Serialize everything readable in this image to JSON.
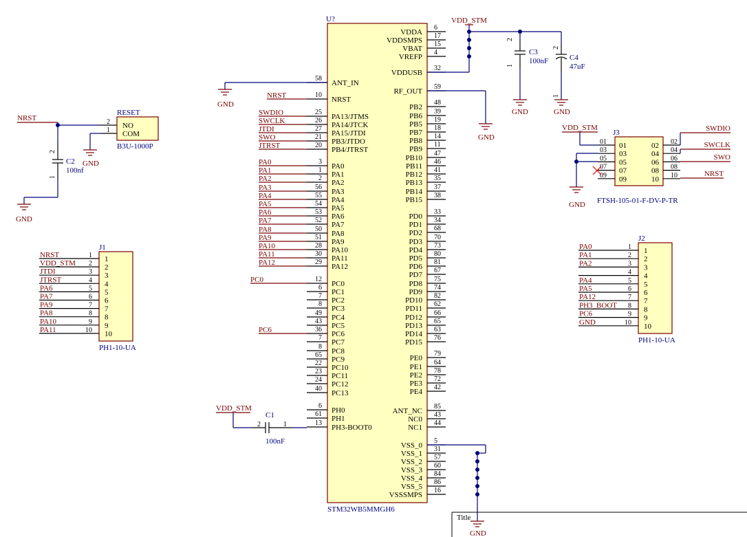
{
  "u7": {
    "designator": "U?",
    "part": "STM32WB5MMGH6",
    "left_pins": [
      {
        "num": "58",
        "name": "ANT_IN"
      },
      {
        "num": "10",
        "name": "NRST"
      },
      {
        "num": "25",
        "name": "PA13/JTMS"
      },
      {
        "num": "26",
        "name": "PA14/JTCK"
      },
      {
        "num": "27",
        "name": "PA15/JTDI"
      },
      {
        "num": "21",
        "name": "PB3/JTDO"
      },
      {
        "num": "20",
        "name": "PB4/JTRST"
      },
      {
        "num": "3",
        "name": "PA0"
      },
      {
        "num": "1",
        "name": "PA1"
      },
      {
        "num": "2",
        "name": "PA2"
      },
      {
        "num": "56",
        "name": "PA3"
      },
      {
        "num": "55",
        "name": "PA4"
      },
      {
        "num": "54",
        "name": "PA5"
      },
      {
        "num": "53",
        "name": "PA6"
      },
      {
        "num": "52",
        "name": "PA7"
      },
      {
        "num": "50",
        "name": "PA8"
      },
      {
        "num": "51",
        "name": "PA9"
      },
      {
        "num": "28",
        "name": "PA10"
      },
      {
        "num": "30",
        "name": "PA11"
      },
      {
        "num": "29",
        "name": "PA12"
      },
      {
        "num": "12",
        "name": "PC0"
      },
      {
        "num": "6",
        "name": "PC1"
      },
      {
        "num": "7",
        "name": "PC2"
      },
      {
        "num": "8",
        "name": "PC3"
      },
      {
        "num": "49",
        "name": "PC4"
      },
      {
        "num": "43",
        "name": "PC5"
      },
      {
        "num": "36",
        "name": "PC6"
      },
      {
        "num": "7",
        "name": "PC7"
      },
      {
        "num": "8",
        "name": "PC8"
      },
      {
        "num": "65",
        "name": "PC9"
      },
      {
        "num": "22",
        "name": "PC10"
      },
      {
        "num": "23",
        "name": "PC11"
      },
      {
        "num": "24",
        "name": "PC12"
      },
      {
        "num": "40",
        "name": "PC13"
      },
      {
        "num": "6",
        "name": "PH0"
      },
      {
        "num": "61",
        "name": "PH1"
      },
      {
        "num": "13",
        "name": "PH3-BOOT0"
      }
    ],
    "right_pins": [
      {
        "num": "6",
        "name": "VDDA"
      },
      {
        "num": "17",
        "name": "VDDSMPS"
      },
      {
        "num": "15",
        "name": "VBAT"
      },
      {
        "num": "4",
        "name": "VREFP"
      },
      {
        "num": "32",
        "name": "VDDUSB"
      },
      {
        "num": "59",
        "name": "RF_OUT"
      },
      {
        "num": "48",
        "name": "PB2"
      },
      {
        "num": "39",
        "name": "PB6"
      },
      {
        "num": "19",
        "name": "PB5"
      },
      {
        "num": "18",
        "name": "PB7"
      },
      {
        "num": "14",
        "name": "PB8"
      },
      {
        "num": "11",
        "name": "PB9"
      },
      {
        "num": "47",
        "name": "PB10"
      },
      {
        "num": "46",
        "name": "PB11"
      },
      {
        "num": "41",
        "name": "PB12"
      },
      {
        "num": "35",
        "name": "PB13"
      },
      {
        "num": "37",
        "name": "PB14"
      },
      {
        "num": "38",
        "name": "PB15"
      },
      {
        "num": "33",
        "name": "PD0"
      },
      {
        "num": "34",
        "name": "PD1"
      },
      {
        "num": "68",
        "name": "PD2"
      },
      {
        "num": "70",
        "name": "PD3"
      },
      {
        "num": "73",
        "name": "PD4"
      },
      {
        "num": "80",
        "name": "PD5"
      },
      {
        "num": "81",
        "name": "PD6"
      },
      {
        "num": "67",
        "name": "PD7"
      },
      {
        "num": "75",
        "name": "PD8"
      },
      {
        "num": "74",
        "name": "PD9"
      },
      {
        "num": "82",
        "name": "PD10"
      },
      {
        "num": "62",
        "name": "PD11"
      },
      {
        "num": "66",
        "name": "PD12"
      },
      {
        "num": "65",
        "name": "PD13"
      },
      {
        "num": "63",
        "name": "PD14"
      },
      {
        "num": "76",
        "name": "PD15"
      },
      {
        "num": "79",
        "name": "PE0"
      },
      {
        "num": "64",
        "name": "PE1"
      },
      {
        "num": "78",
        "name": "PE2"
      },
      {
        "num": "72",
        "name": "PE3"
      },
      {
        "num": "42",
        "name": "PE4"
      },
      {
        "num": "85",
        "name": "ANT_NC"
      },
      {
        "num": "43",
        "name": "NC0"
      },
      {
        "num": "44",
        "name": "NC1"
      },
      {
        "num": "5",
        "name": "VSS_0"
      },
      {
        "num": "31",
        "name": "VSS_1"
      },
      {
        "num": "57",
        "name": "VSS_2"
      },
      {
        "num": "60",
        "name": "VSS_3"
      },
      {
        "num": "84",
        "name": "VSS_4"
      },
      {
        "num": "86",
        "name": "VSS_5"
      },
      {
        "num": "16",
        "name": "VSSSMPS"
      }
    ],
    "left_nets": [
      "NRST",
      "SWDIO",
      "SWCLK",
      "JTDI",
      "SWO",
      "JTRST",
      "PA0",
      "PA1",
      "PA2",
      "PA3",
      "PA4",
      "PA5",
      "PA6",
      "PA7",
      "PA8",
      "PA9",
      "PA10",
      "PA11",
      "PA12",
      "PC0",
      "PC6"
    ]
  },
  "vdd_stm": "VDD_STM",
  "gnd": "GND",
  "nrst": "NRST",
  "c3": {
    "designator": "C3",
    "value": "100nF"
  },
  "c4": {
    "designator": "C4",
    "value": "47uF"
  },
  "c2": {
    "designator": "C2",
    "value": "100nf"
  },
  "c1": {
    "designator": "C1",
    "value": "100nF"
  },
  "reset": {
    "designator": "RESET",
    "part": "B3U-1000P",
    "pin_no": "NO",
    "pin_com": "COM"
  },
  "j1": {
    "designator": "J1",
    "part": "PH1-10-UA",
    "nets": [
      "NRST",
      "VDD_STM",
      "JTDI",
      "JTRST",
      "PA6",
      "PA7",
      "PA9",
      "PA8",
      "PA10",
      "PA11"
    ]
  },
  "j2": {
    "designator": "J2",
    "part": "PH1-10-UA",
    "nets": [
      "PA0",
      "PA1",
      "PA2",
      "",
      "PA4",
      "PA5",
      "PA12",
      "PH3_BOOT",
      "PC6",
      "GND"
    ]
  },
  "j3": {
    "designator": "J3",
    "part": "FTSH-105-01-F-DV-P-TR",
    "left_pins": [
      "01",
      "03",
      "05",
      "07",
      "09"
    ],
    "right_pins": [
      "02",
      "04",
      "06",
      "08",
      "10"
    ],
    "right_nets": [
      "SWDIO",
      "SWCLK",
      "SWO",
      "NRST"
    ]
  },
  "title_block": {
    "label": "Title"
  }
}
